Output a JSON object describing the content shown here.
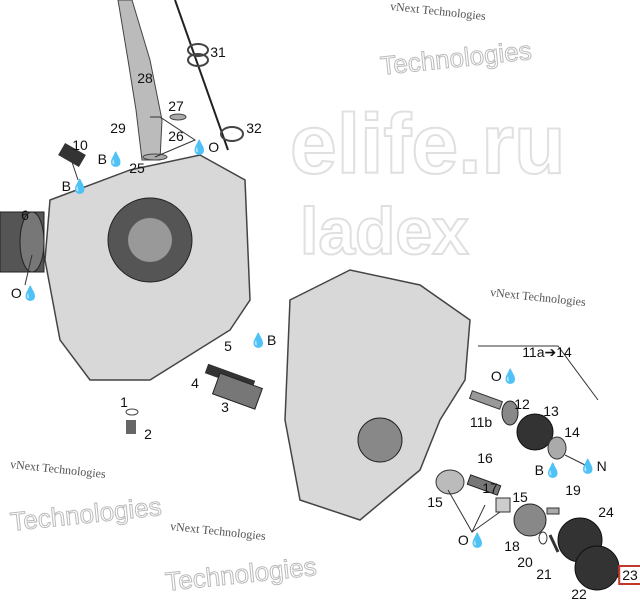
{
  "diagram": {
    "highlight_color": "#c0392b",
    "watermarks": {
      "vendor": "vNext Technologies",
      "vendor_big": "Technologies",
      "site_fragment_1": "ladex",
      "site_fragment_2": "elife.ru"
    },
    "labels": [
      "31",
      "28",
      "27",
      "29",
      "26",
      "32",
      "10",
      "B💧",
      "25",
      "💧O",
      "B💧",
      "6",
      "O💧",
      "💧B",
      "5",
      "4",
      "3",
      "1",
      "2",
      "11a➔14",
      "O💧",
      "12",
      "11b",
      "13",
      "14",
      "💧N",
      "16",
      "B💧",
      "17",
      "19",
      "15",
      "15",
      "24",
      "O💧",
      "18",
      "20",
      "21",
      "22",
      "23"
    ]
  }
}
